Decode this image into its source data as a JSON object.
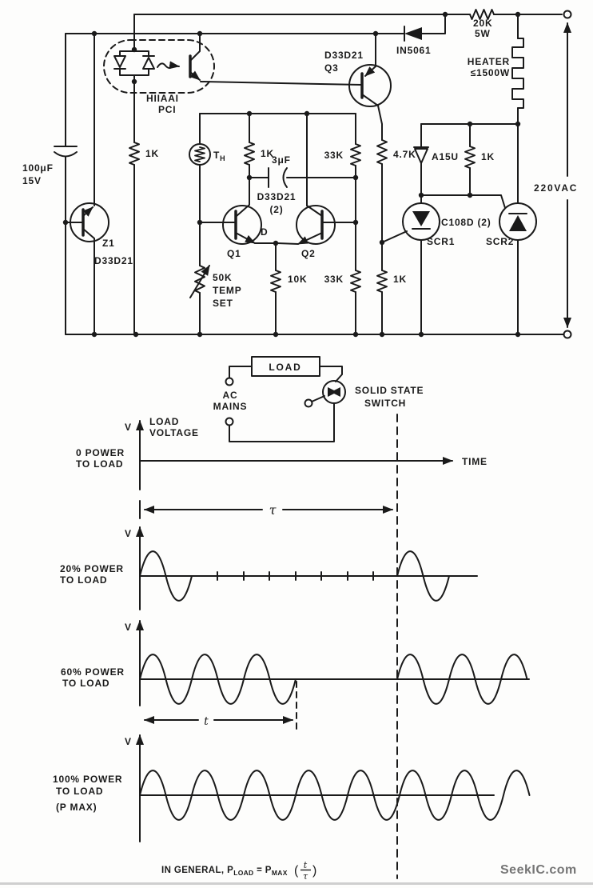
{
  "circuit": {
    "opto": {
      "part": "HIIAAI",
      "ref": "PCI"
    },
    "r_opto": "1K",
    "cap_main": {
      "value": "100μF",
      "voltage": "15V"
    },
    "z1": {
      "ref": "Z1",
      "part": "D33D21"
    },
    "thermistor": {
      "sym": "T",
      "sub": "H"
    },
    "r_bridge": "1K",
    "cap_fb": "3μF",
    "pair": {
      "part": "D33D21",
      "qty": "(2)",
      "q1": "Q1",
      "q2": "Q2",
      "d": "D"
    },
    "pot": {
      "value": "50K",
      "label1": "TEMP",
      "label2": "SET"
    },
    "r_emit": "10K",
    "r_33_upper": "33K",
    "r_33_lower": "33K",
    "q3": {
      "part": "D33D21",
      "ref": "Q3"
    },
    "r_47": "4.7K",
    "r_gate": "1K",
    "rect_diode": "IN5061",
    "r_drop": {
      "value": "20K",
      "watts": "5W"
    },
    "heater": {
      "label": "HEATER",
      "rating": "≤1500W"
    },
    "d_trig": "A15U",
    "r_trig": "1K",
    "scr": {
      "part": "C108D (2)",
      "scr1": "SCR1",
      "scr2": "SCR2"
    },
    "supply": "220VAC"
  },
  "load_demo": {
    "load": "LOAD",
    "mains1": "AC",
    "mains2": "MAINS",
    "switch1": "SOLID STATE",
    "switch2": "SWITCH"
  },
  "waveforms": {
    "v": "V",
    "ylabel1": "LOAD",
    "ylabel2": "VOLTAGE",
    "xlabel": "TIME",
    "tau": "τ",
    "t": "t",
    "rows": [
      {
        "l1": "0 POWER",
        "l2": "TO LOAD"
      },
      {
        "l1": "20% POWER",
        "l2": "TO LOAD"
      },
      {
        "l1": "60% POWER",
        "l2": "TO LOAD"
      },
      {
        "l1": "100% POWER",
        "l2": "TO LOAD",
        "l3": "(P MAX)"
      }
    ]
  },
  "formula": {
    "prefix": "IN GENERAL, ",
    "p1": "P",
    "sub1": "LOAD",
    "eq": " = ",
    "p2": "P",
    "sub2": "MAX",
    "open": "(",
    "t": "t",
    "tau": "τ",
    "close": ")"
  },
  "watermark": "SeekIC.com",
  "colors": {
    "ink": "#1a1a1a",
    "paper": "#fdfdfc",
    "watermark": "#757575"
  }
}
